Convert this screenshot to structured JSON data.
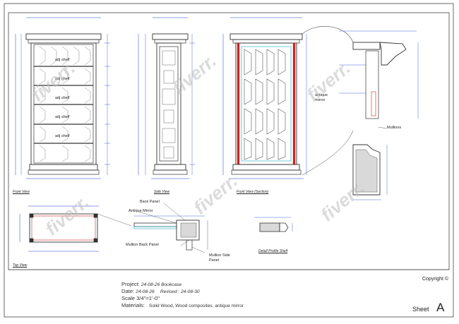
{
  "views": {
    "front": "Front View",
    "side": "Side View",
    "front_section": "Front View (Section)",
    "top": "Top View",
    "detail_profile": "Detail Profile Shelf"
  },
  "shelf_label": "adj shelf",
  "callouts": {
    "antique_mirror": "antique mirror",
    "mullions": "Mullions",
    "back_panel": "Back Panel",
    "antique_mirror_top": "Antique Mirror",
    "mullion_back_panel": "Mullion Back Panel",
    "mullion_side_panel": "Mullion Side Panel"
  },
  "title_block": {
    "project_label": "Project:",
    "project_value": "24-08-26 Bookcase",
    "date_label": "Date:",
    "date_value": "24-08-26",
    "revised": "Revised : 24-08-30",
    "scale": "Scale 3/4\"=1'-0\"",
    "materials_label": "Materials:",
    "materials_value": "Solid Wood, Wood composites, antique mirror",
    "copyright": "Copyright ©",
    "sheet_label": "Sheet",
    "sheet_value": "A"
  },
  "watermark": "fiverr.",
  "colors": {
    "line": "#333333",
    "dimension": "#1f3fd1",
    "section_red": "#d42020",
    "mirror_cyan": "#18a8c0"
  }
}
